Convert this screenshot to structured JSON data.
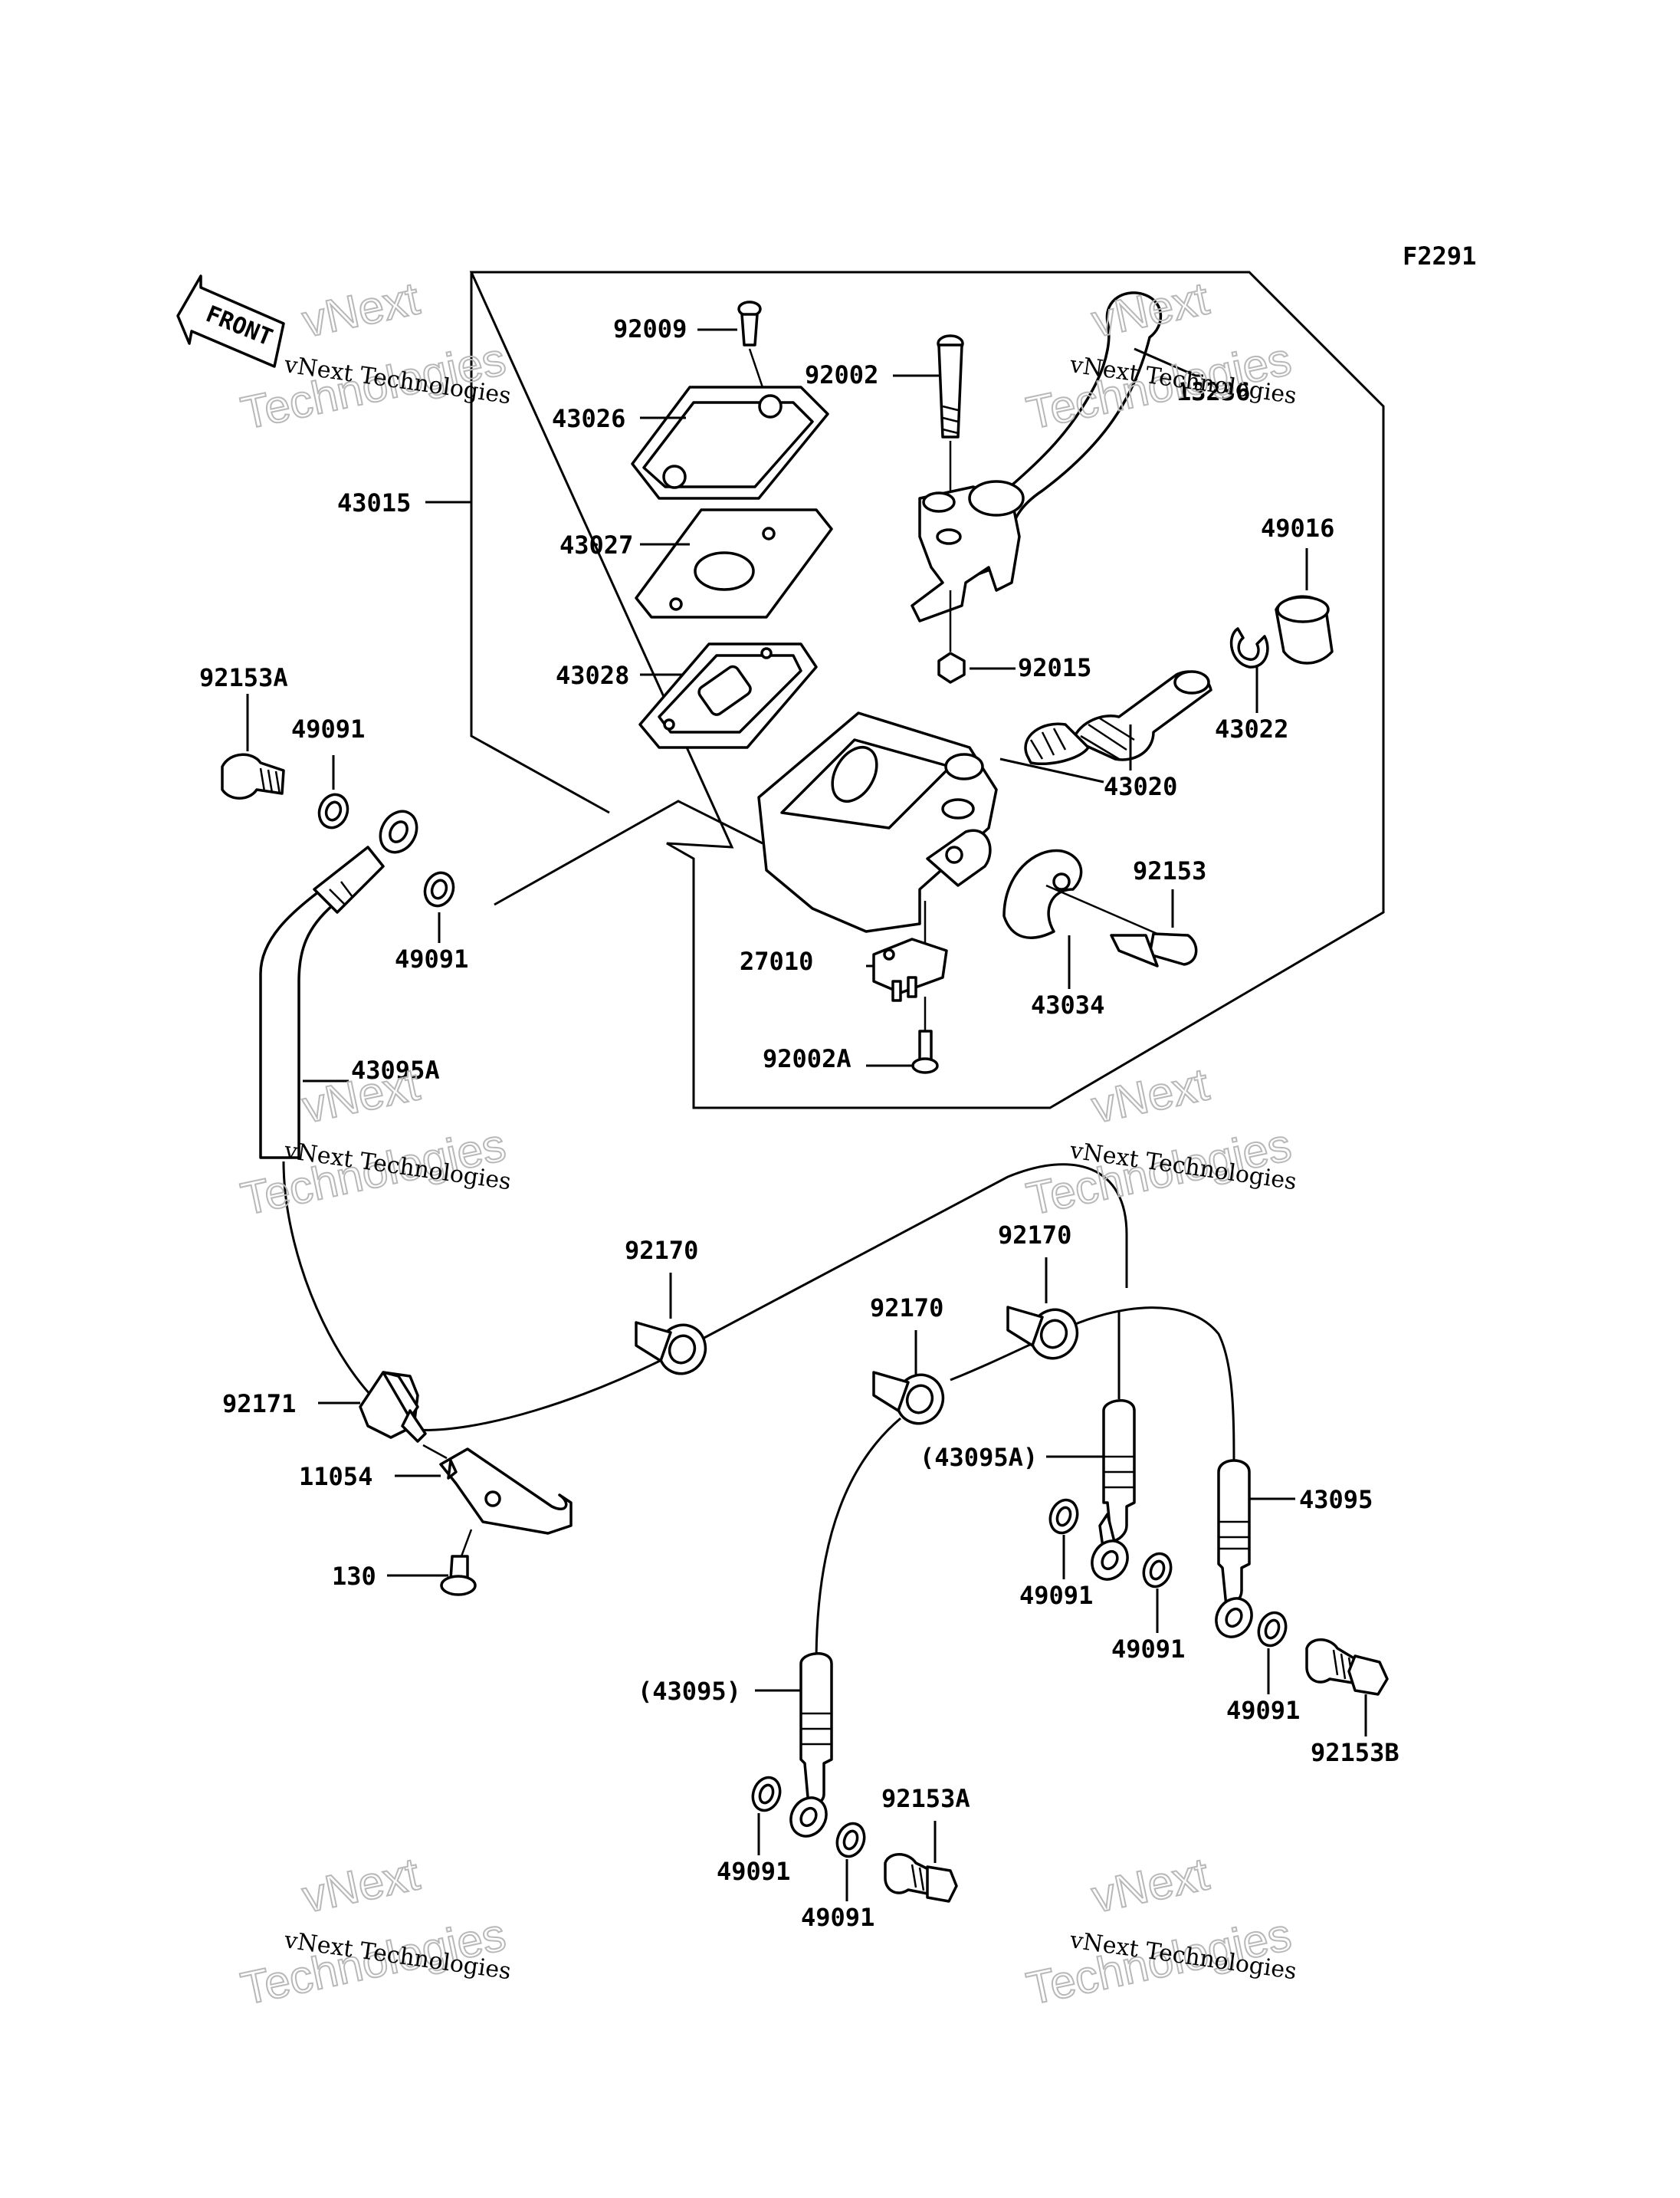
{
  "figure_code": "F2291",
  "front_label": "FRONT",
  "watermark": {
    "line1": "vNext Technologies",
    "line2": "Technologies",
    "line3": "vNext"
  },
  "labels": {
    "p92009": "92009",
    "p43026": "43026",
    "p43015": "43015",
    "p43027": "43027",
    "p43028": "43028",
    "p92002": "92002",
    "p13236": "13236",
    "p49016": "49016",
    "p92015": "92015",
    "p43022": "43022",
    "p43020": "43020",
    "p92153A_top": "92153A",
    "p49091_top1": "49091",
    "p49091_top2": "49091",
    "p92153": "92153",
    "p27010": "27010",
    "p43034": "43034",
    "p92002A": "92002A",
    "p43095A": "43095A",
    "p92170_a": "92170",
    "p92170_b": "92170",
    "p92170_c": "92170",
    "p92171": "92171",
    "p11054": "11054",
    "p130": "130",
    "p43095A_paren": "(43095A)",
    "p43095": "43095",
    "p49091_r1": "49091",
    "p49091_r2": "49091",
    "p49091_r3": "49091",
    "p92153B": "92153B",
    "p43095_paren": "(43095)",
    "p92153A_bot": "92153A",
    "p49091_b1": "49091",
    "p49091_b2": "49091"
  }
}
